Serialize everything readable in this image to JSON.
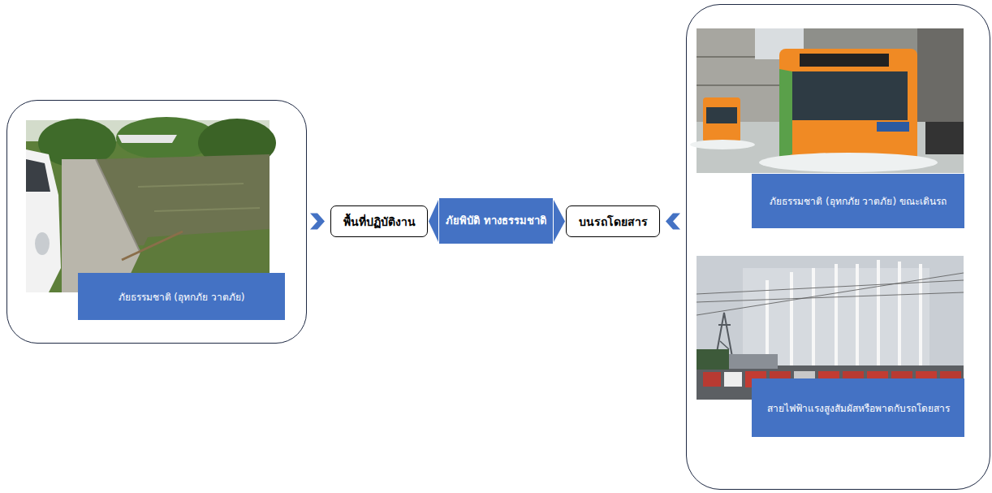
{
  "diagram": {
    "nodes": [
      {
        "text": []
      },
      {
        "text": [
          "ภัยธรรมชาติ (อุทกภัย วาตภัย)"
        ],
        "in": 0
      },
      {
        "text": [
          "พื้นที่ปฏิบัติงาน"
        ]
      },
      {
        "text": [
          "ภัยพิบัติ ทางธรรมชาติ"
        ]
      },
      {
        "text": [
          "บนรถโดยสาร"
        ]
      },
      {
        "text": []
      },
      {
        "text": [
          "ภัยธรรมชาติ (อุทกภัย วาตภัย) ขณะเดินรถ"
        ],
        "in": 5
      },
      {
        "text": [
          "สายไฟฟ้าแรงสูงสัมผัสหรือพาดกับรถโดยสาร"
        ],
        "in": 5
      }
    ],
    "edges": [
      {
        "from": 0,
        "to": 2,
        "arrow": "to"
      },
      {
        "from": 3,
        "to": 2,
        "arrow": "to"
      },
      {
        "from": 3,
        "to": 4,
        "arrow": "to"
      },
      {
        "from": 5,
        "to": 4,
        "arrow": "to"
      }
    ]
  }
}
